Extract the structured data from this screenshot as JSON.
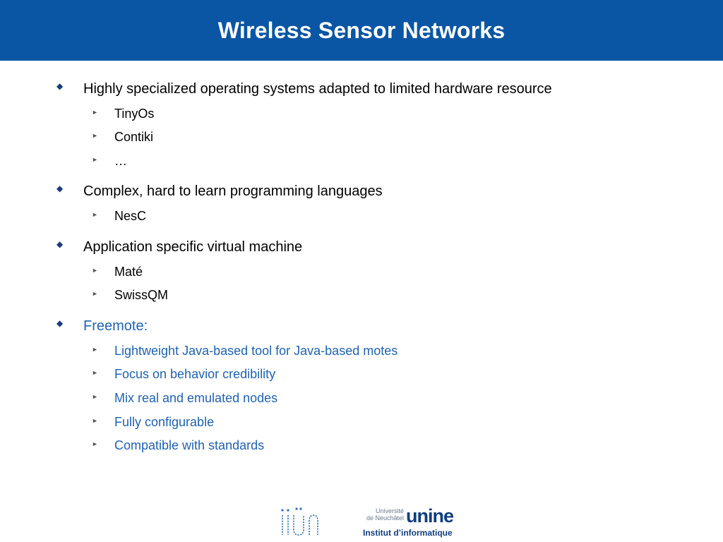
{
  "slide": {
    "title": "Wireless Sensor Networks"
  },
  "bullets": [
    {
      "text": "Highly specialized operating systems adapted to limited hardware resource",
      "sub": [
        "TinyOs",
        "Contiki",
        "…"
      ]
    },
    {
      "text": "Complex, hard to learn programming languages",
      "sub": [
        "NesC"
      ]
    },
    {
      "text": "Application specific virtual machine",
      "sub": [
        "Maté",
        "SwissQM"
      ]
    },
    {
      "text": "Freemote:",
      "sub": [
        "Lightweight Java-based tool for Java-based motes",
        "Focus on behavior credibility",
        "Mix real and emulated nodes",
        "Fully configurable",
        "Compatible with standards"
      ]
    }
  ],
  "logos": {
    "unine_line1": "Université",
    "unine_line2": "de Neuchâtel",
    "unine_mark": "unine",
    "unine_institute": "Institut d’informatique"
  },
  "colors": {
    "title_bar": "#0b56a4",
    "highlight_text": "#1f62b0"
  }
}
